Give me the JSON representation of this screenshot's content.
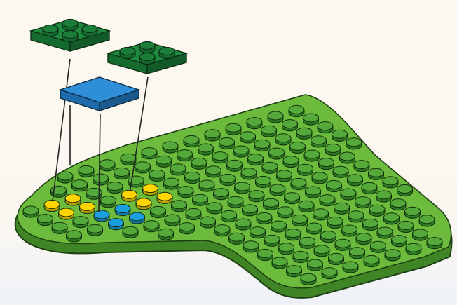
{
  "scene": {
    "kind": "build-instruction-step",
    "background": {
      "top_color": "#fdf8ef",
      "bottom_color": "#eef2f8"
    },
    "baseplate": {
      "shape": "heart",
      "color": "#6dbb3c",
      "edge_color": "#3f8526",
      "stud_color": "#2e7a25",
      "stud_top_color": "#55a83a"
    },
    "plate_marker_color": "#ffd400",
    "tile_marker_color": "#1a9ee0",
    "parts": [
      {
        "name": "green-plate-left",
        "type": "plate 2x2",
        "color": "#1f8a3f",
        "dark_color": "#156a2e",
        "stud_color": "#156a2e"
      },
      {
        "name": "green-plate-right",
        "type": "plate 2x2",
        "color": "#1f8a3f",
        "dark_color": "#156a2e",
        "stud_color": "#156a2e"
      },
      {
        "name": "blue-tile",
        "type": "tile 2x2",
        "color": "#2f8ed8",
        "dark_color": "#1f6aa8"
      }
    ],
    "guide_line_color": "#222222"
  }
}
